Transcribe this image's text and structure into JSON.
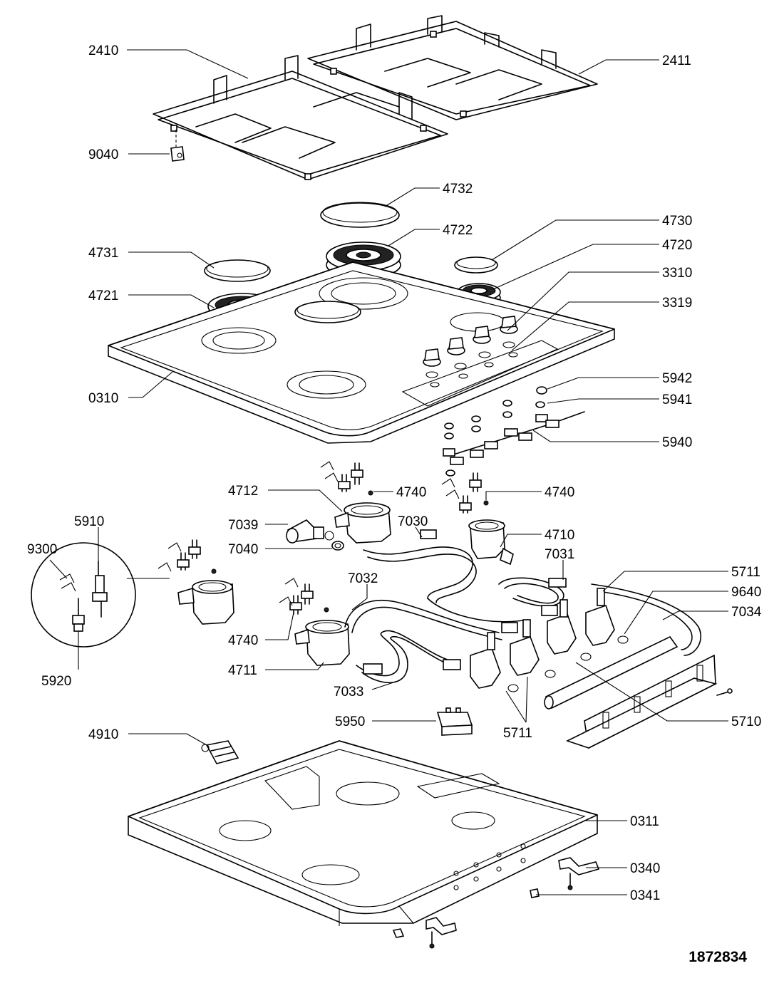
{
  "drawing_number": "1872834",
  "part_labels": {
    "p2410": "2410",
    "p2411": "2411",
    "p9040": "9040",
    "p4732": "4732",
    "p4722": "4722",
    "p4731": "4731",
    "p4730": "4730",
    "p4720": "4720",
    "p3310": "3310",
    "p4721": "4721",
    "p3319": "3319",
    "p0310": "0310",
    "p5942": "5942",
    "p5941": "5941",
    "p5940": "5940",
    "p4712": "4712",
    "p4740a": "4740",
    "p4740b": "4740",
    "p4740c": "4740",
    "p7039": "7039",
    "p7030": "7030",
    "p4710": "4710",
    "p5910": "5910",
    "p7040": "7040",
    "p7031": "7031",
    "p9300": "9300",
    "p7032": "7032",
    "p5711a": "5711",
    "p5711b": "5711",
    "p9640": "9640",
    "p7034": "7034",
    "p4711": "4711",
    "p5920": "5920",
    "p7033": "7033",
    "p5950": "5950",
    "p5710": "5710",
    "p4910": "4910",
    "p0311": "0311",
    "p0340": "0340",
    "p0341": "0341"
  }
}
